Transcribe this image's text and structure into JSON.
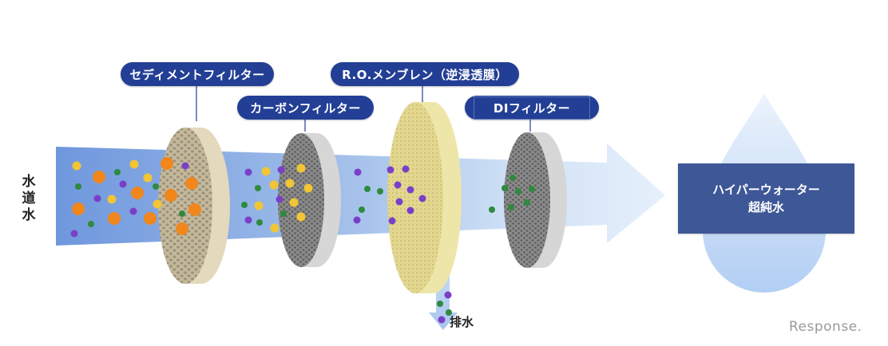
{
  "diagram": {
    "title": "Ultra-pure water filtration process",
    "input_label": "水道水",
    "labels": {
      "sediment_filter": "セディメントフィルター",
      "carbon_filter": "カーボンフィルター",
      "ro_membrane": "R.O.メンブレン（逆浸透膜）",
      "di_filter": "DIフィルター"
    },
    "output": {
      "line1": "ハイパーウォーター",
      "line2": "超純水"
    },
    "drain_label": "排水",
    "watermark": "Response."
  },
  "stages": [
    {
      "id": "input",
      "label": "水道水",
      "particles": [
        "orange",
        "yellow",
        "purple",
        "green"
      ]
    },
    {
      "id": "sediment",
      "label": "セディメントフィルター",
      "removes": [
        "orange"
      ]
    },
    {
      "id": "carbon",
      "label": "カーボンフィルター",
      "removes": [
        "yellow"
      ]
    },
    {
      "id": "ro",
      "label": "R.O.メンブレン（逆浸透膜）",
      "removes": [
        "purple"
      ],
      "drain": "排水"
    },
    {
      "id": "di",
      "label": "DIフィルター",
      "removes": [
        "green"
      ]
    },
    {
      "id": "output",
      "label": "ハイパーウォーター 超純水",
      "particles": []
    }
  ],
  "colors": {
    "label_bg": "#233f95",
    "result_bg": "#3d5797",
    "stream_dark": "#6f97dd",
    "stream_light": "#dce9fa",
    "particle_orange": "#f0861c",
    "particle_yellow": "#f1c534",
    "particle_purple": "#7a3fc8",
    "particle_green": "#2e8a3e",
    "sediment_face": "#b3a88c",
    "sediment_rim": "#e3d9bc",
    "carbon_face": "#7a7a7a",
    "carbon_rim": "#d6d6d6",
    "ro_face": "#e0d48e",
    "ro_rim": "#eee6a8",
    "drop": "#c6dcf7"
  }
}
